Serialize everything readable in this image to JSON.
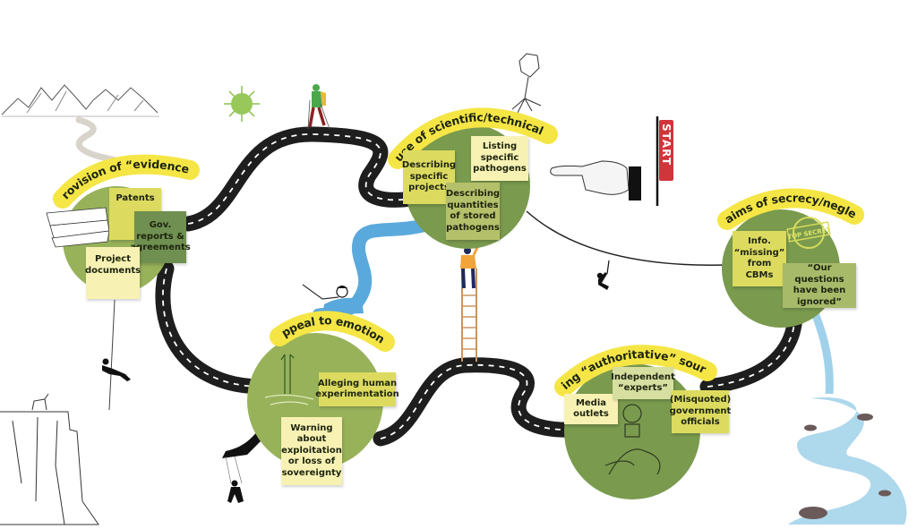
{
  "title": "Roadmap of disinformation tactics",
  "start_flag": {
    "label": "START",
    "color": "#d0353b"
  },
  "colors": {
    "circle_green": "#7a9a4e",
    "circle_light": "#98b25a",
    "banner_yellow": "#f5e646",
    "road": "#1e1e1e",
    "river": "#5aa9dc"
  },
  "stages": [
    {
      "id": "secrecy",
      "title": "Claims of secrecy/neglect",
      "stamp": "TOP SECRET",
      "items": [
        "Info. “missing” from CBMs",
        "“Our questions have been ignored”"
      ]
    },
    {
      "id": "misuse",
      "title": "Misuse of scientific/technical info",
      "items": [
        "Describing specific projects",
        "Listing specific pathogens",
        "Describing quantities of stored pathogens"
      ]
    },
    {
      "id": "evidence",
      "title": "Provision of “evidence”",
      "items": [
        "Patents",
        "Gov. reports & agreements",
        "Project documents"
      ]
    },
    {
      "id": "emotions",
      "title": "Appeal to emotions",
      "items": [
        "Alleging human experimentation",
        "Warning about exploitation or loss of sovereignty"
      ]
    },
    {
      "id": "authoritative",
      "title": "Citing “authoritative” sources",
      "items": [
        "Media outlets",
        "Independent “experts”",
        "(Misquoted) government officials"
      ]
    }
  ],
  "illustrations": [
    "mountains",
    "virus",
    "hiker",
    "bacteriophage",
    "pointing-hand",
    "start-flag",
    "zipline-climber",
    "ladder-climber",
    "drowning-person",
    "river",
    "rappelling-climber",
    "goat-on-cliff",
    "puppet-hand",
    "waterfall",
    "microphone-hands",
    "drowning-hand",
    "document-stack"
  ]
}
